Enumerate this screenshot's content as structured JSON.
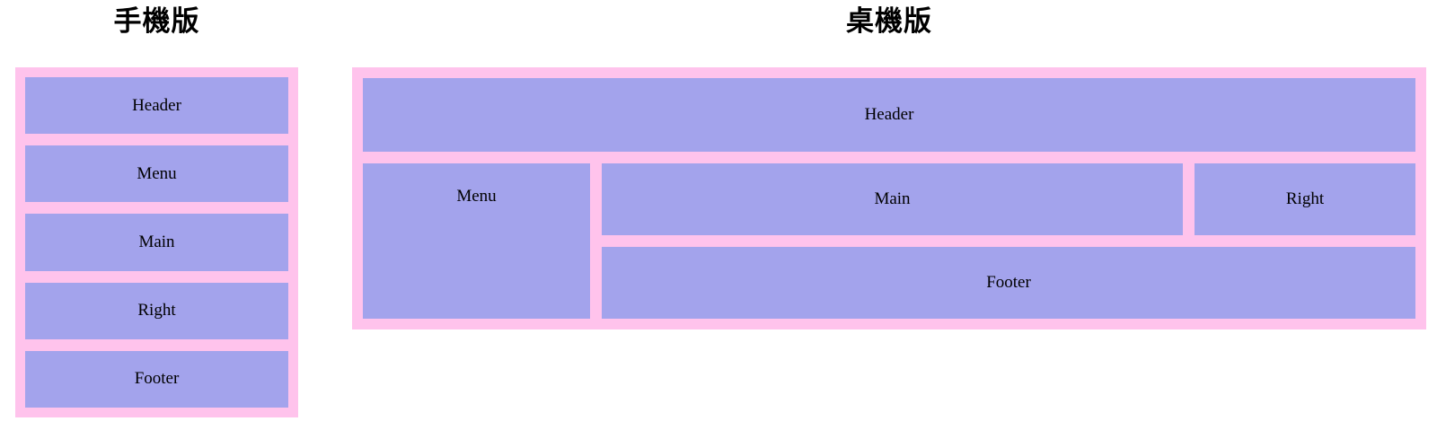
{
  "colors": {
    "panel_bg": "#ffc3ec",
    "box_bg": "#a3a3ec",
    "label_color": "#000000",
    "title_color": "#000000",
    "page_bg": "#ffffff"
  },
  "mobile": {
    "title": "手機版",
    "boxes": [
      {
        "label": "Header"
      },
      {
        "label": "Menu"
      },
      {
        "label": "Main"
      },
      {
        "label": "Right"
      },
      {
        "label": "Footer"
      }
    ]
  },
  "desktop": {
    "title": "桌機版",
    "header": {
      "label": "Header"
    },
    "menu": {
      "label": "Menu"
    },
    "main": {
      "label": "Main"
    },
    "right": {
      "label": "Right"
    },
    "footer": {
      "label": "Footer"
    }
  }
}
